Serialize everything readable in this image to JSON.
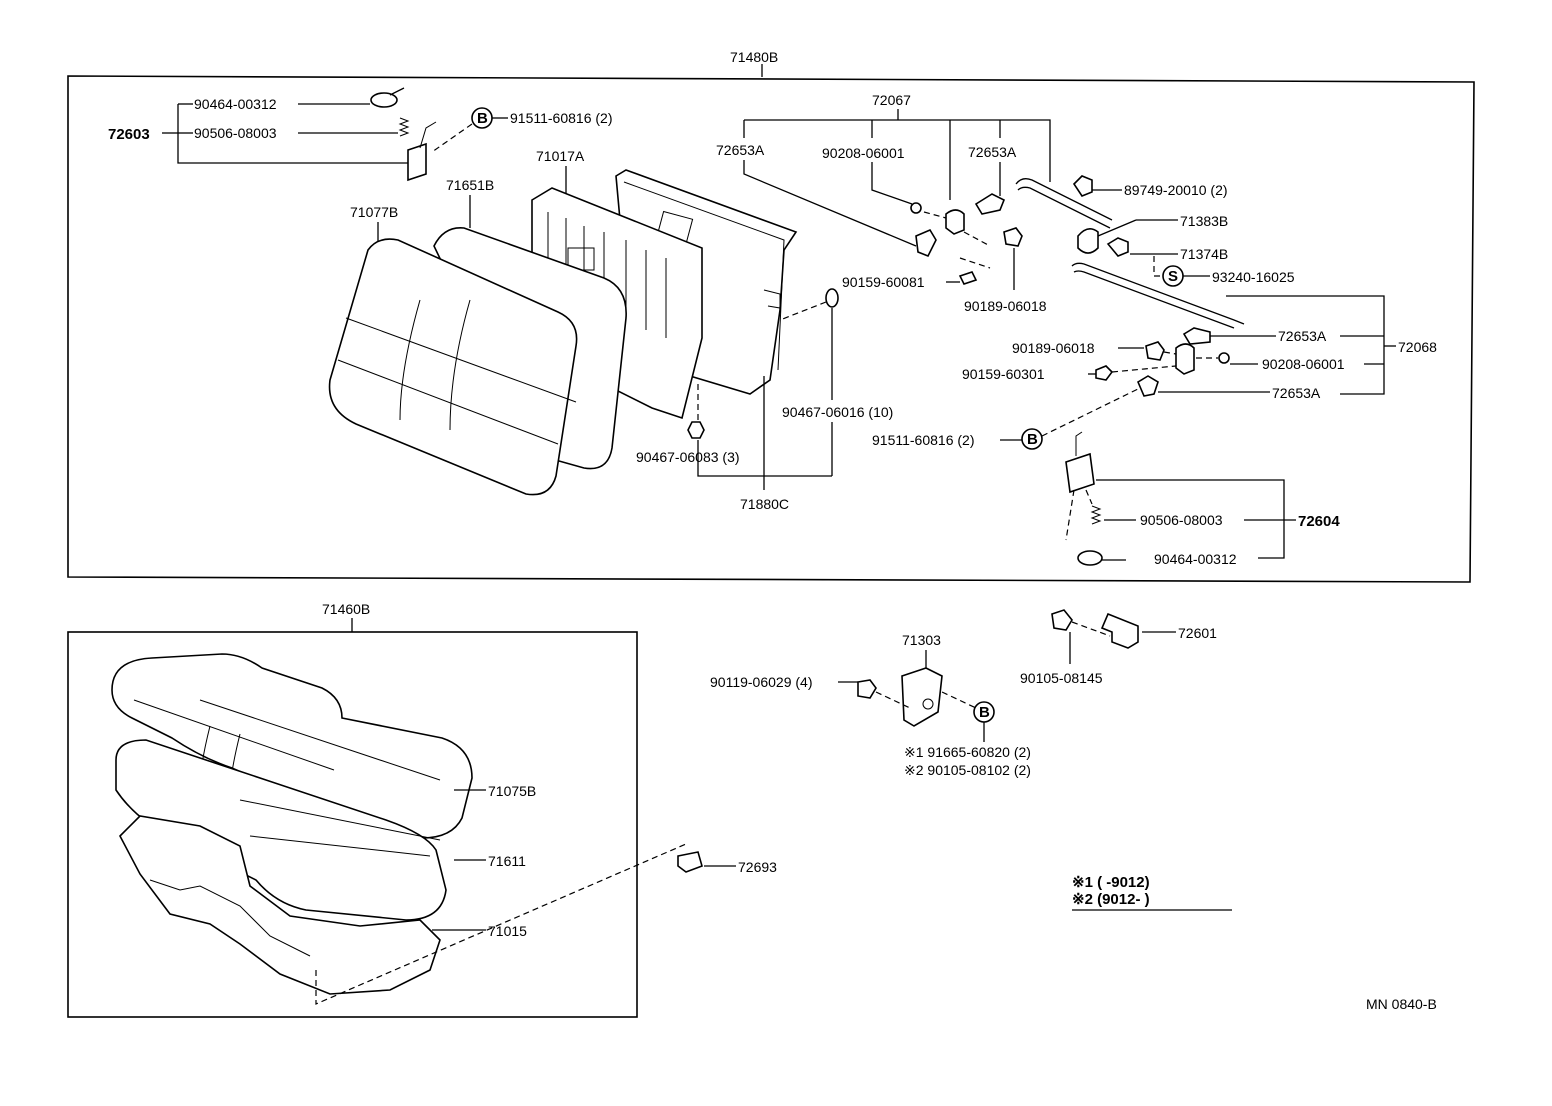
{
  "labels": {
    "l71480B": "71480B",
    "l72603": "72603",
    "l90464a": "90464-00312",
    "l90506a": "90506-08003",
    "l91511a": "91511-60816 (2)",
    "l71017A": "71017A",
    "l71651B": "71651B",
    "l71077B": "71077B",
    "l72067": "72067",
    "l72653A_1": "72653A",
    "l90208a": "90208-06001",
    "l72653A_2": "72653A",
    "l89749": "89749-20010 (2)",
    "l71383B": "71383B",
    "l71374B": "71374B",
    "l93240": "93240-16025",
    "l90159a": "90159-60081",
    "l90189a": "90189-06018",
    "l72653A_3": "72653A",
    "l72068": "72068",
    "l90189b": "90189-06018",
    "l90208b": "90208-06001",
    "l90159b": "90159-60301",
    "l72653A_4": "72653A",
    "l90467a": "90467-06016 (10)",
    "l91511b": "91511-60816 (2)",
    "l90467b": "90467-06083 (3)",
    "l71880C": "71880C",
    "l90506b": "90506-08003",
    "l72604": "72604",
    "l90464b": "90464-00312",
    "l71460B": "71460B",
    "l71303": "71303",
    "l72601": "72601",
    "l90119": "90119-06029 (4)",
    "l90105a": "90105-08145",
    "l91665": "※1 91665-60820 (2)",
    "l90105b": "※2 90105-08102 (2)",
    "l71075B": "71075B",
    "l71611": "71611",
    "l72693": "72693",
    "l71015": "71015",
    "note1": "※1 (      -9012)",
    "note2": "※2 (9012-      )",
    "code": "MN 0840-B"
  },
  "circle_marks": {
    "b1": "B",
    "b2": "B",
    "b3": "B",
    "s1": "S"
  }
}
